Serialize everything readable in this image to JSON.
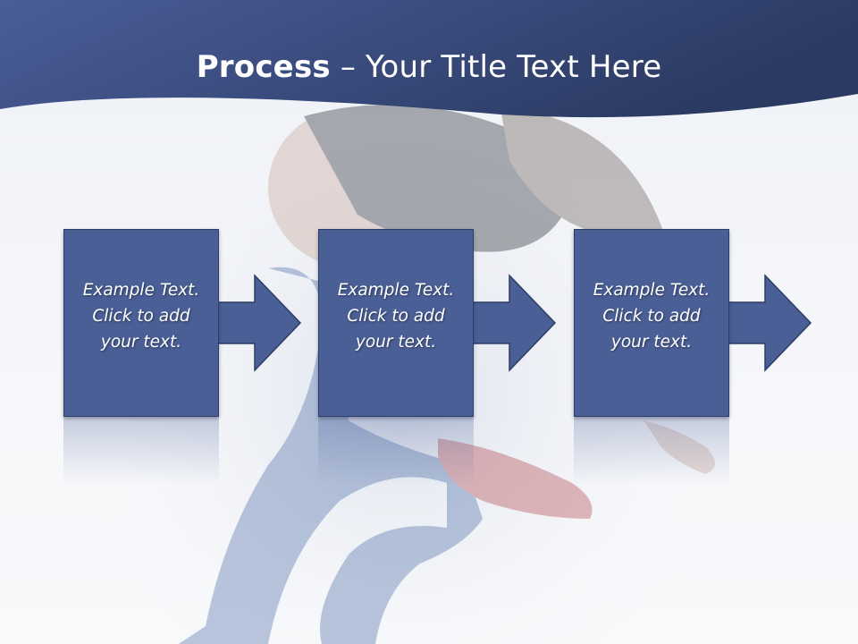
{
  "title": {
    "bold": "Process",
    "regular": " – Your Title Text Here"
  },
  "steps": [
    {
      "lines": [
        "Example Text.",
        "Click  to add",
        "your text."
      ]
    },
    {
      "lines": [
        "Example Text.",
        "Click  to add",
        "your text."
      ]
    },
    {
      "lines": [
        "Example Text.",
        "Click  to add",
        "your text."
      ]
    }
  ],
  "colors": {
    "header": "#34466f",
    "box": "#4a5f96",
    "arrow": "#4a5f96",
    "border": "#2c3d66"
  }
}
